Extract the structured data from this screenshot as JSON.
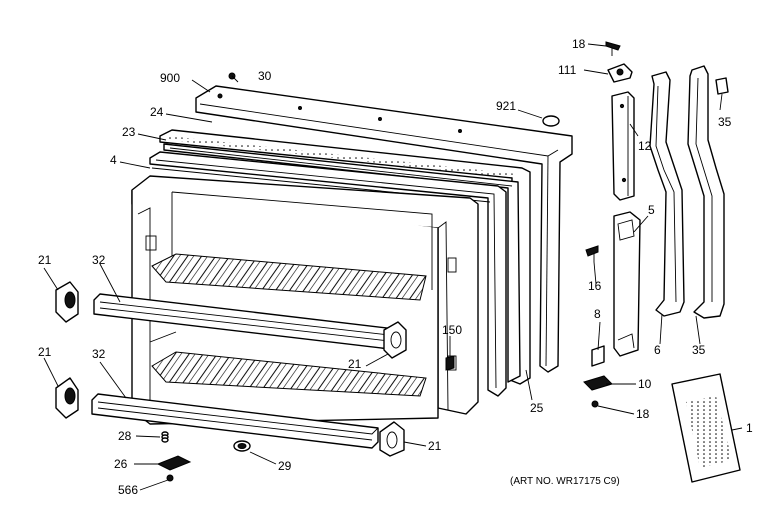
{
  "art_number": "(ART NO. WR17175 C9)",
  "callouts": [
    "18",
    "111",
    "900",
    "30",
    "24",
    "921",
    "35",
    "23",
    "12",
    "4",
    "5",
    "16",
    "21",
    "32",
    "8",
    "150",
    "6",
    "35",
    "21",
    "32",
    "21",
    "10",
    "25",
    "18",
    "1",
    "28",
    "21",
    "26",
    "29",
    "566"
  ],
  "colors": {
    "ink": "#000000",
    "paper": "#ffffff"
  }
}
